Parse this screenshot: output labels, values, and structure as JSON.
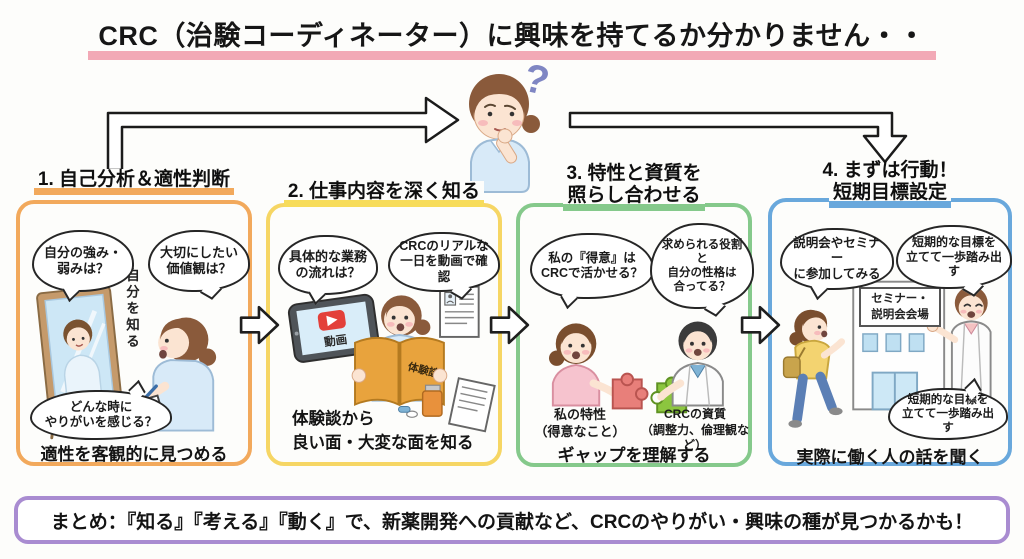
{
  "title": "CRC（治験コーディネーター）に興味を持てるか分かりません・・",
  "center": {
    "question_mark": "?"
  },
  "panels": [
    {
      "heading": [
        "1. 自己分析＆適性判断"
      ],
      "bubbles": [
        "自分の強み・\n弱みは？",
        "大切にしたい\n価値観は？",
        "どんな時に\nやりがいを感じる？"
      ],
      "vertical_label": "自分を知る",
      "caption": "適性を客観的に見つめる"
    },
    {
      "heading": [
        "2. 仕事内容を深く知る"
      ],
      "bubbles": [
        "具体的な業務\nの流れは？",
        "CRCのリアルな\n一日を動画で確認"
      ],
      "tablet_label": "動画",
      "book_label": "体験談",
      "caption": "体験談から\n良い面・大変な面を知る"
    },
    {
      "heading": [
        "3. 特性と資質を",
        "照らし合わせる"
      ],
      "bubbles": [
        "私の『得意』は\nCRCで活かせる？",
        "求められる役割と\n自分の性格は\n合ってる？"
      ],
      "label_left": "私の特性\n（得意なこと）",
      "label_right": "CRCの資質\n（調整力、倫理観など）",
      "caption": "ギャップを理解する"
    },
    {
      "heading": [
        "4. まずは行動！",
        "短期目標設定"
      ],
      "bubbles": [
        "説明会やセミナー\nに参加してみる",
        "短期的な目標を\n立てて一歩踏み出す",
        "短期的な目標を\n立てて一歩踏み出す"
      ],
      "building_sign": "セミナー・\n説明会会場",
      "caption": "実際に働く人の話を聞く"
    }
  ],
  "summary": "まとめ：『知る』『考える』『動く』で、新薬開発への貢献など、CRCのやりがい・興味の種が見つかるかも！",
  "colors": {
    "title_highlight": "#F2A9B6",
    "panel1_accent": "#F2A95C",
    "panel2_accent": "#F6D664",
    "panel3_accent": "#85C98B",
    "panel4_accent": "#69A8DC",
    "summary_accent": "#A98CD1",
    "question_mark": "#7F86C3",
    "play_button": "#E3403A",
    "puzzle_pink": "#E87F7A",
    "puzzle_green": "#8CC63F"
  }
}
